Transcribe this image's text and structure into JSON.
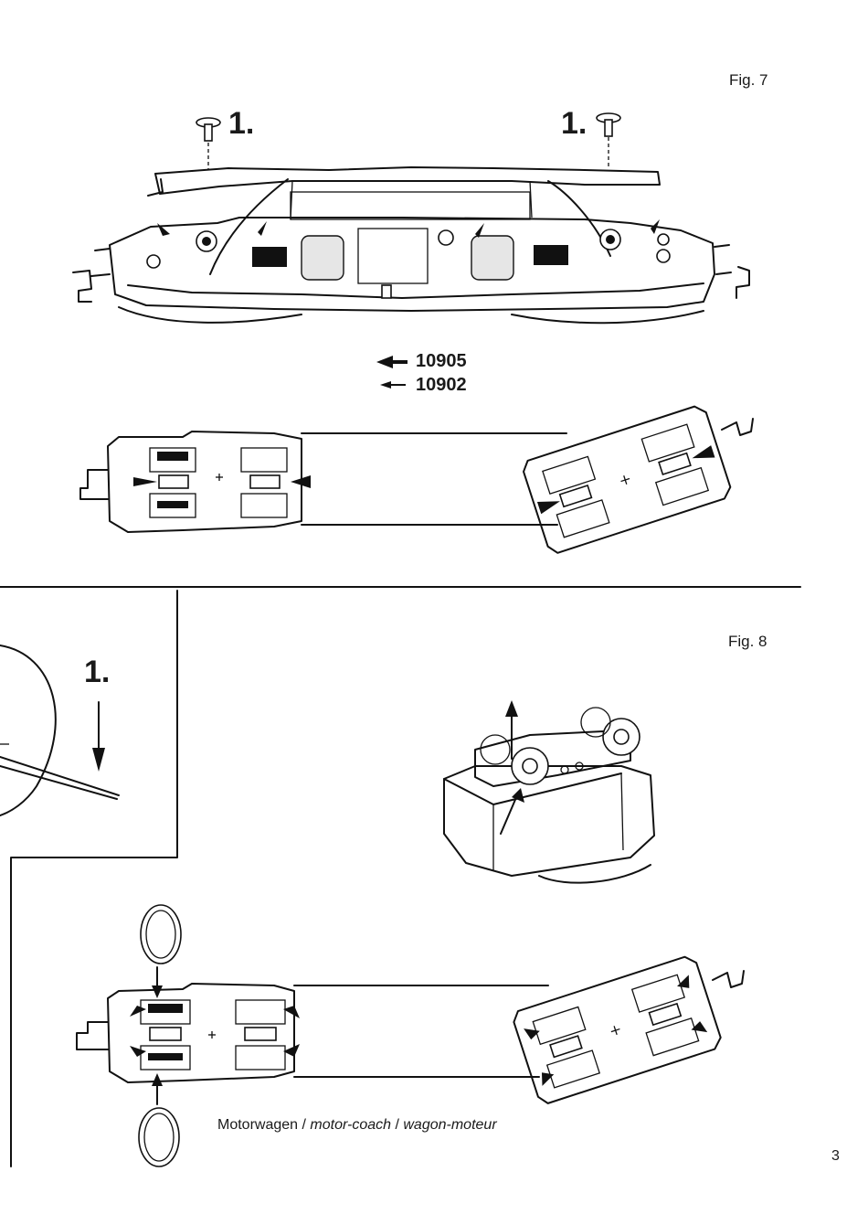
{
  "fig7": {
    "label": "Fig. 7",
    "step_left": "1.",
    "step_right": "1.",
    "legend": [
      {
        "number": "10905"
      },
      {
        "number": "10902"
      }
    ]
  },
  "fig8": {
    "label": "Fig. 8",
    "step": "1.",
    "caption": {
      "part1": "Motorwagen / ",
      "part2": "motor-coach",
      "part3": " / ",
      "part4": "wagon-moteur"
    }
  },
  "page_number": "3"
}
